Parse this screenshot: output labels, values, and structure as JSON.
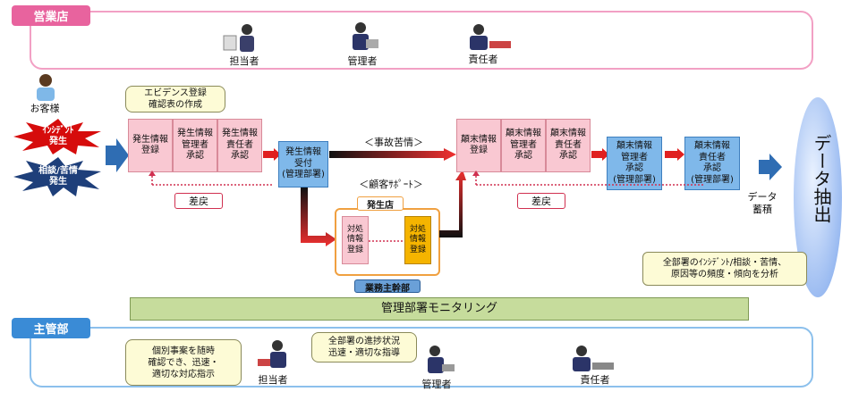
{
  "top": {
    "title": "営業店",
    "roles": [
      "担当者",
      "管理者",
      "責任者"
    ]
  },
  "bottom": {
    "title": "主管部",
    "roles": [
      "担当者",
      "管理者",
      "責任者"
    ]
  },
  "customer": "お客様",
  "bursts": [
    "ｲﾝｼﾃﾞﾝﾄ\n発生",
    "相談/苦情\n発生"
  ],
  "callouts": {
    "evidence": "エビデンス登録\n確認表の作成",
    "analysis": "全部署のｲﾝｼﾃﾞﾝﾄ/相談・苦情、\n原因等の頻度・傾向を分析",
    "individual": "個別事案を随時\n確認でき、迅速・\n適切な対応指示",
    "progress": "全部署の進捗状況\n迅速・適切な指導"
  },
  "flow": {
    "occur": [
      "発生情報\n登録",
      "発生情報\n管理者\n承認",
      "発生情報\n責任者\n承認"
    ],
    "reception": "発生情報\n受付\n(管理部署)",
    "result": [
      "顛末情報\n登録",
      "顛末情報\n管理者\n承認",
      "顛末情報\n責任者\n承認"
    ],
    "resultHQ": [
      "顛末情報\n管理者\n承認\n(管理部署)",
      "顛末情報\n責任者\n承認\n(管理部署)"
    ],
    "accident": "＜事故苦情＞",
    "support": "＜顧客ｻﾎﾟｰﾄ＞",
    "branch": "発生店",
    "main": "業務主幹部",
    "handling": [
      "対処\n情報\n登録",
      "対処\n情報\n登録"
    ],
    "sashimodoshi": [
      "差戻",
      "差戻"
    ],
    "storage": "データ\n蓄積",
    "extract": "データ抽出"
  },
  "monitoring": "管理部署モニタリング"
}
